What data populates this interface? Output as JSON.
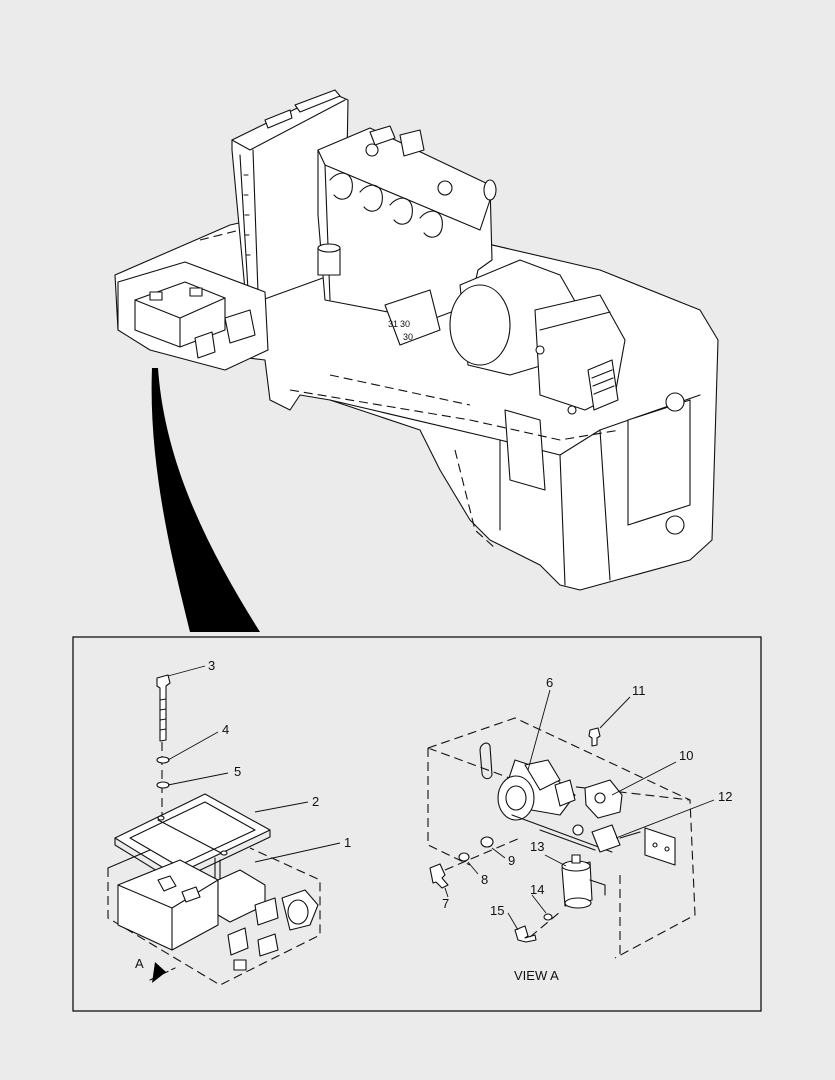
{
  "callouts": {
    "c1": "1",
    "c2": "2",
    "c3": "3",
    "c4": "4",
    "c5": "5",
    "c6": "6",
    "c7": "7",
    "c8": "8",
    "c9": "9",
    "c10": "10",
    "c11": "11",
    "c12": "12",
    "c13": "13",
    "c14": "14",
    "c15": "15"
  },
  "engine_callouts": {
    "e30a": "30",
    "e30b": "30",
    "e31": "31"
  },
  "view_arrow_label": "A",
  "view_title": "VIEW A"
}
